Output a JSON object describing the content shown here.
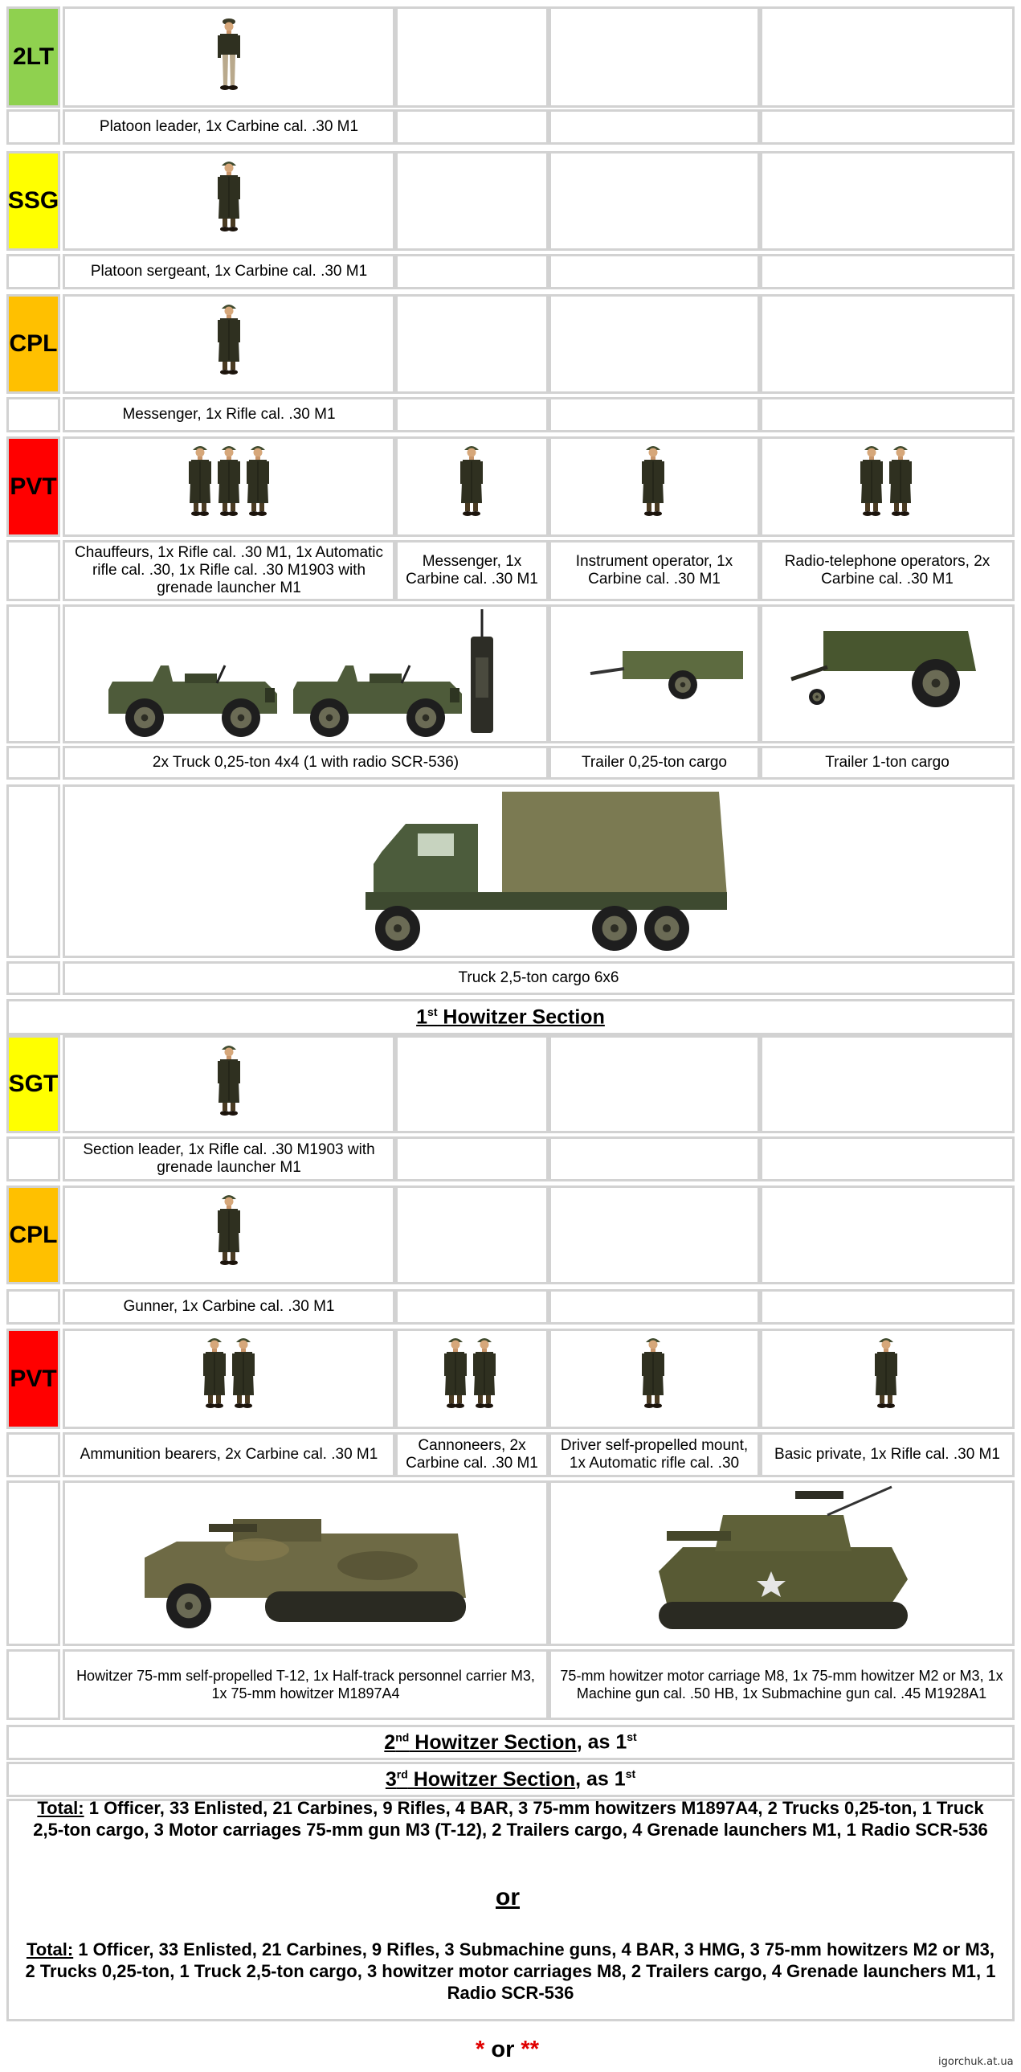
{
  "colors": {
    "2LT": "#8fd14f",
    "SSG": "#ffff00",
    "CPL": "#ffc000",
    "PVT": "#ff0000",
    "SGT": "#ffff00"
  },
  "platoon": {
    "rank_2lt": "2LT",
    "rank_ssg": "SSG",
    "rank_cpl": "CPL",
    "rank_pvt": "PVT",
    "platoon_leader": "Platoon leader, 1x Carbine cal. .30 M1",
    "platoon_sergeant": "Platoon sergeant, 1x Carbine cal. .30 M1",
    "messenger_cpl": "Messenger, 1x Rifle cal. .30 M1",
    "chauffeurs": "Chauffeurs, 1x Rifle cal. .30 M1, 1x Automatic rifle  cal. .30, 1x Rifle cal. .30 M1903 with grenade launcher  M1",
    "messenger_pvt": "Messenger, 1x Carbine cal. .30 M1",
    "instrument_operator": "Instrument operator, 1x Carbine cal. .30 M1",
    "radio_operators": "Radio-telephone operators, 2x Carbine cal. .30 M1",
    "trucks_quarter": "2x Truck 0,25-ton 4x4 (1 with radio SCR-536)",
    "trailer_quarter": "Trailer 0,25-ton cargo",
    "trailer_one": "Trailer 1-ton cargo",
    "truck_cargo": "Truck 2,5-ton cargo 6x6"
  },
  "section1": {
    "title_num": "1",
    "title_sup": "st",
    "title_rest": " Howitzer Section",
    "rank_sgt": "SGT",
    "rank_cpl": "CPL",
    "rank_pvt": "PVT",
    "section_leader": "Section leader, 1x Rifle cal. .30 M1903 with grenade launcher  M1",
    "gunner": "Gunner, 1x Carbine cal. .30 M1",
    "ammo_bearers": "Ammunition bearers, 2x Carbine cal. .30 M1",
    "cannoneers": "Cannoneers, 2x Carbine cal. .30 M1",
    "driver": "Driver self-propelled mount, 1x Automatic rifle  cal. .30",
    "basic_private": "Basic private, 1x Rifle cal. .30 M1",
    "howitzer_t12": "Howitzer 75-mm self-propelled T-12, 1x Half-track personnel carrier M3, 1x 75-mm howitzer M1897A4",
    "howitzer_t12_mark": "*",
    "howitzer_m8": "75-mm howitzer motor carriage M8, 1x 75-mm howitzer M2 or M3, 1x Machine gun cal. .50 HB, 1x Submachine gun cal. .45 M1928A1",
    "howitzer_m8_mark": "**"
  },
  "section2": {
    "num": "2",
    "sup": "nd",
    "rest": " Howitzer Section",
    "as": ", as 1",
    "as_sup": "st"
  },
  "section3": {
    "num": "3",
    "sup": "rd",
    "rest": " Howitzer Section",
    "as": ", as 1",
    "as_sup": "st"
  },
  "totals": {
    "label": "Total:",
    "total_a": " 1 Officer, 33 Enlisted, 21 Carbines, 9 Rifles, 4 BAR, 3 75-mm howitzers M1897A4, 2 Trucks 0,25-ton, 1 Truck 2,5-ton cargo, 3 Motor carriages 75-mm gun M3 (T-12), 2 Trailers cargo, 4 Grenade launchers  M1, 1 Radio SCR-536",
    "or": "or",
    "total_b": " 1 Officer, 33 Enlisted, 21 Carbines, 9 Rifles, 3 Submachine guns, 4 BAR, 3 HMG, 3 75-mm howitzers M2 or M3, 2 Trucks 0,25-ton, 1 Truck 2,5-ton cargo, 3 howitzer motor carriages M8, 2 Trailers cargo, 4 Grenade launchers  M1, 1 Radio SCR-536"
  },
  "legend": {
    "star1": "*",
    "or": " or ",
    "star2": "**"
  },
  "watermark": "igorchuk.at.ua"
}
